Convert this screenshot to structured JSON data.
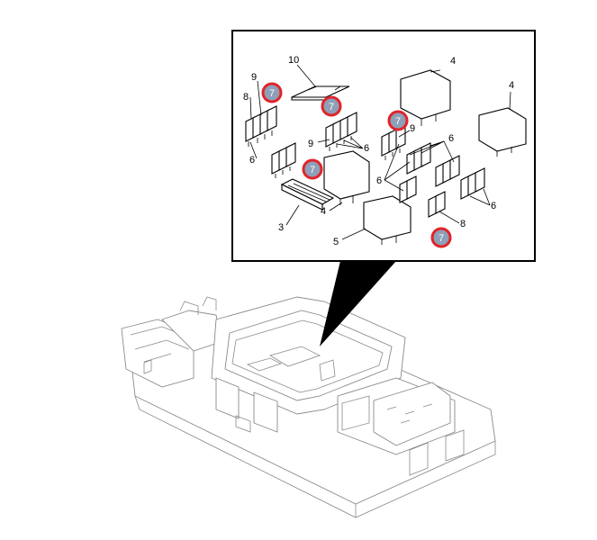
{
  "callouts": {
    "c10": "10",
    "c4a": "4",
    "c4b": "4",
    "c4c": "4",
    "c9a": "9",
    "c9b": "9",
    "c9c": "9",
    "c8a": "8",
    "c8b": "8",
    "c6a": "6",
    "c6b": "6",
    "c6c": "6",
    "c6d": "6",
    "c6e": "6",
    "c3": "3",
    "c5": "5"
  },
  "markers": {
    "m1": "7",
    "m2": "7",
    "m3": "7",
    "m4": "7",
    "m5": "7"
  },
  "colors": {
    "marker_ring": "#e0242b",
    "marker_fill": "#8e9fb8",
    "outline": "#000000",
    "housing_line": "#8a8a8a"
  }
}
